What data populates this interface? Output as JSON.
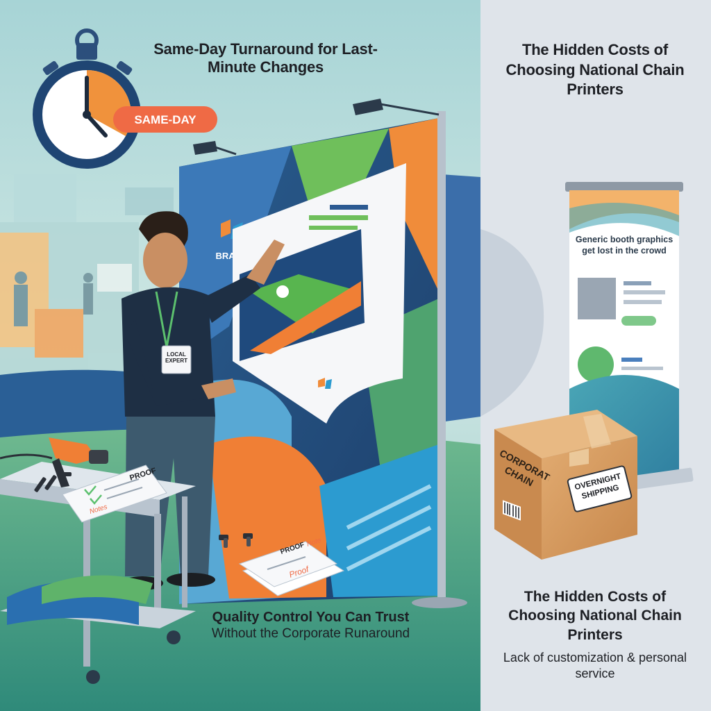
{
  "left_panel": {
    "headline": "Same-Day Turnaround for Last-Minute Changes",
    "badge": "SAME-DAY",
    "brand_logo_text": "BRAND",
    "lanyard_badge_text": "LOCAL EXPERT",
    "proof_sheet_title": "PROOF",
    "proof_sheet_note": "Notes",
    "floor_proof_title": "PROOF",
    "floor_proof_note": "Note",
    "floor_proof_scribble": "Proof",
    "caption_bold": "Quality Control You Can Trust",
    "caption_regular": "Without the Corporate Runaround"
  },
  "right_panel": {
    "headline": "The Hidden Costs of Choosing National Chain Printers",
    "banner_text": "Generic booth graphics get lost in the crowd",
    "box_label": "CORPORATE CHAIN",
    "box_sticker": "OVERNIGHT SHIPPING",
    "caption_title": "The Hidden Costs of Choosing National Chain Printers",
    "caption_body": "Lack of customization & personal service"
  },
  "colors": {
    "teal": "#2e8a9a",
    "navy": "#1f3f6e",
    "orange": "#f08c3a",
    "green": "#5cc06e",
    "badge_red": "#ef6a45",
    "cardboard": "#d59a5f",
    "right_bg": "#dfe4ea"
  },
  "icons": {
    "stopwatch": "stopwatch-icon",
    "heat_gun": "heat-gun-icon",
    "barcode": "barcode-icon"
  }
}
